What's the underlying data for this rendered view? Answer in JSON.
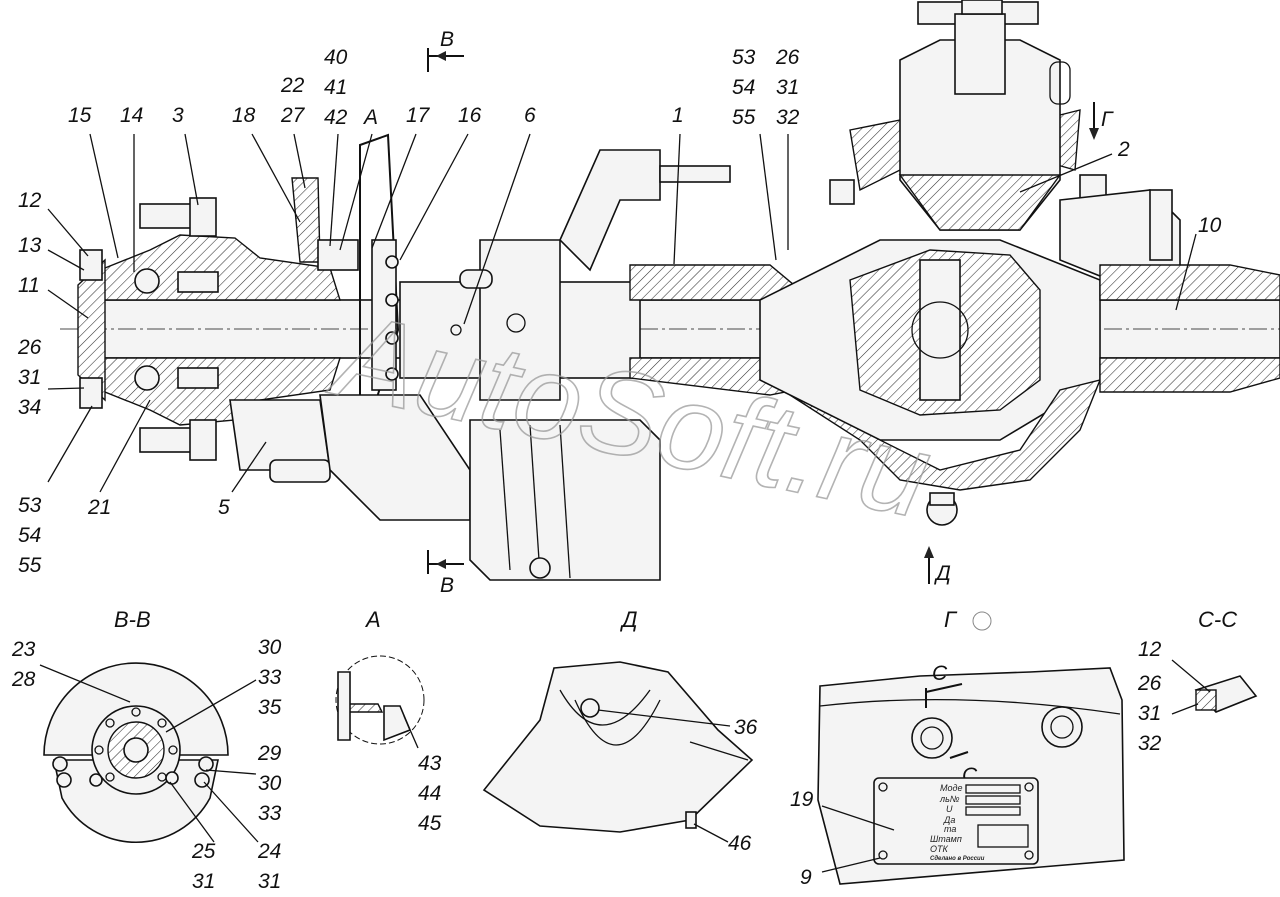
{
  "main_labels": {
    "l15": "15",
    "l14": "14",
    "l3": "3",
    "l18": "18",
    "l22": "22",
    "l27": "27",
    "l40": "40",
    "l41": "41",
    "l42": "42",
    "lA": "A",
    "l17": "17",
    "l16": "16",
    "l6": "6",
    "l1": "1",
    "l53a": "53",
    "l54a": "54",
    "l55a": "55",
    "l26a": "26",
    "l31a": "31",
    "l32a": "32",
    "l2": "2",
    "l10": "10",
    "l12": "12",
    "l13": "13",
    "l11": "11",
    "l26b": "26",
    "l31b": "31",
    "l34": "34",
    "l53b": "53",
    "l54b": "54",
    "l55b": "55",
    "l21": "21",
    "l5": "5",
    "lB_top": "B",
    "lB_bot": "B",
    "lG": "Г",
    "lD": "Д"
  },
  "views": {
    "bb": {
      "title": "B-B",
      "labels": {
        "l23": "23",
        "l28": "28",
        "l30a": "30",
        "l33a": "33",
        "l35": "35",
        "l29": "29",
        "l30b": "30",
        "l33b": "33",
        "l25": "25",
        "l31a": "31",
        "l24": "24",
        "l31b": "31"
      }
    },
    "a": {
      "title": "A",
      "labels": {
        "l43": "43",
        "l44": "44",
        "l45": "45"
      }
    },
    "d": {
      "title": "Д",
      "labels": {
        "l36": "36",
        "l46": "46"
      }
    },
    "g": {
      "title": "Г",
      "labels": {
        "c1": "C",
        "c2": "C",
        "l19": "19",
        "l9": "9"
      },
      "plate_lines": [
        "Моде",
        "ль№",
        "U",
        "Да",
        "та",
        "Штамп",
        "ОТК"
      ],
      "plate_footer": "Сделано в России"
    },
    "cc": {
      "title": "C-C",
      "labels": {
        "l12": "12",
        "l26": "26",
        "l31": "31",
        "l32": "32"
      }
    }
  },
  "watermark": "AutoSoft.ru"
}
